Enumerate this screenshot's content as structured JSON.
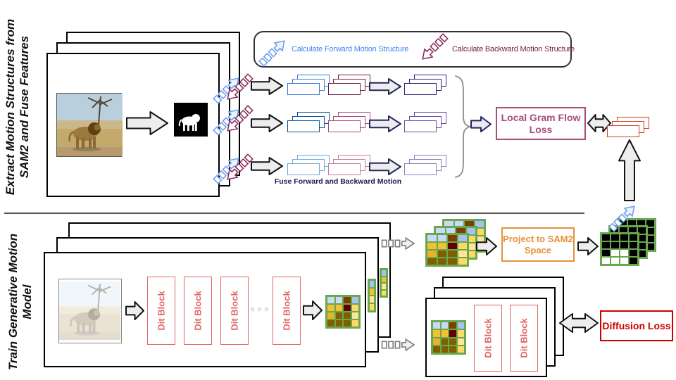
{
  "top": {
    "side_label": "Extract Motion Structures from SAM2 and Fuse Features",
    "legend": {
      "forward_label": "Calculate Forward Motion Structure",
      "backward_label": "Calculate Backward Motion Structure",
      "forward_text_color": "#4285f4",
      "backward_text_color": "#741b47",
      "forward_arrow_color": "#6d9eeb",
      "backward_arrow_color": "#8b2e5c"
    },
    "fuse_rows": [
      {
        "forward": "#3c78d8",
        "backward": "#741b47",
        "fused": "#351c75"
      },
      {
        "forward": "#0b5394",
        "backward": "#a64d79",
        "fused": "#674ea7"
      },
      {
        "forward": "#6fa8dc",
        "backward": "#c27ba0",
        "fused": "#8e7cc3"
      }
    ],
    "fuse_caption": "Fuse Forward and Backward Motion",
    "gram_loss_label": "Local Gram Flow Loss",
    "motion_structure_color": "#cc4125"
  },
  "bottom": {
    "side_label": "Train Generative Motion Model",
    "dit_block_label": "Dit Block",
    "dots": "○ ○ ○",
    "project_label": "Project to SAM2 Space",
    "diffusion_label": "Diffusion Loss"
  },
  "grids": {
    "motion_heatmap": [
      [
        "#c9daf8",
        "#c9daf8",
        "#7b3f04",
        "#a4c2f4"
      ],
      [
        "#f1c232",
        "#f1c232",
        "#660000",
        "#ffd966"
      ],
      [
        "#e8b32a",
        "#7f6000",
        "#7f6000",
        "#ffe599"
      ],
      [
        "#7f6000",
        "#7f6000",
        "#7f6000",
        "#ffd966"
      ]
    ],
    "sam2_mask": [
      [
        "#000000",
        "#000000",
        "#000000",
        "#000000"
      ],
      [
        "#000000",
        "#000000",
        "#000000",
        "#000000"
      ],
      [
        "#000000",
        "#ffffff",
        "#ffffff",
        "#000000"
      ],
      [
        "#ffffff",
        "#ffffff",
        "#ffffff",
        "#000000"
      ]
    ],
    "peek_column": [
      [
        "#a4c2f4"
      ],
      [
        "#f1c232"
      ],
      [
        "#ffe599"
      ],
      [
        "#ffd966"
      ]
    ]
  }
}
